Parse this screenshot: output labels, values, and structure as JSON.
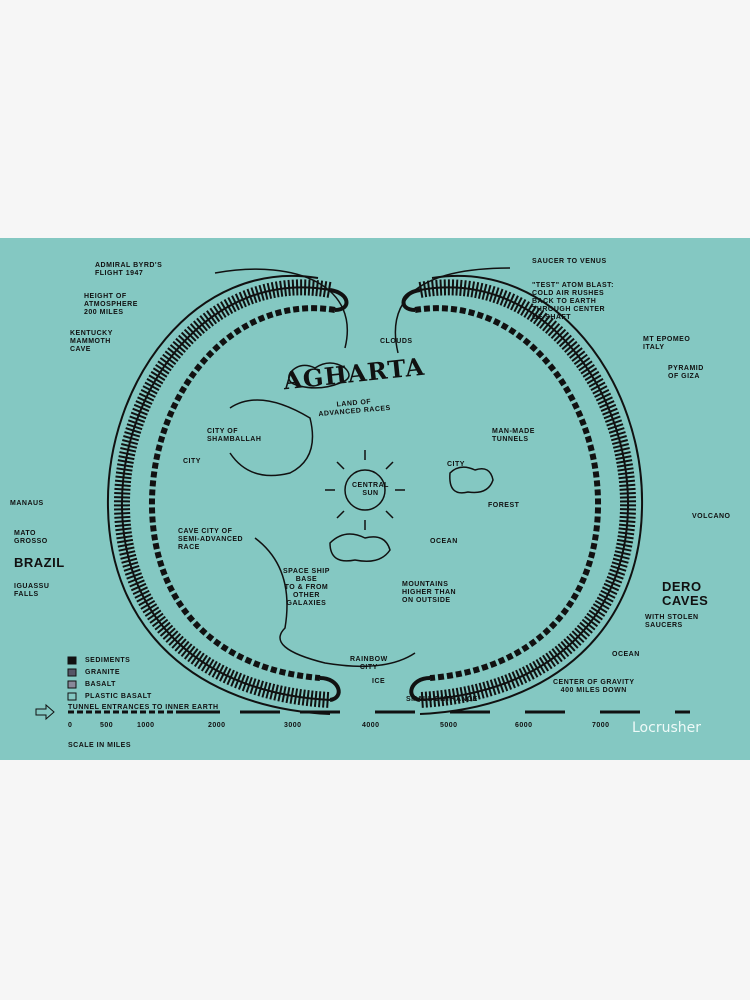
{
  "diagram": {
    "title": "AGHARTA",
    "subtitle": "LAND OF\nADVANCED RACES",
    "labels": {
      "byrd": "ADMIRAL BYRD'S\nFLIGHT 1947",
      "atmosphere": "HEIGHT OF\nATMOSPHERE\n200 MILES",
      "kentucky": "KENTUCKY\nMAMMOTH\nCAVE",
      "clouds": "CLOUDS",
      "shamballah": "CITY OF\nSHAMBALLAH",
      "city_left": "CITY",
      "central_sun": "CENTRAL\nSUN",
      "manaus": "MANAUS",
      "mato_grosso": "MATO\nGROSSO",
      "brazil": "BRAZIL",
      "iguassu": "IGUASSU\nFALLS",
      "cave_city": "CAVE CITY OF\nSEMI-ADVANCED\nRACE",
      "space_ship": "SPACE SHIP\nBASE\nTO & FROM\nOTHER\nGALAXIES",
      "saucer_venus": "SAUCER TO VENUS",
      "atom_blast": "\"TEST\" ATOM BLAST:\nCOLD AIR RUSHES\nBACK TO EARTH\nTHROUGH CENTER\nOF SHAFT",
      "mt_epomeo": "MT EPOMEO\nITALY",
      "pyramid": "PYRAMID\nOF GIZA",
      "man_made_tunnels": "MAN-MADE\nTUNNELS",
      "city_right": "CITY",
      "forest": "FOREST",
      "ocean_inner": "OCEAN",
      "volcano": "VOLCANO",
      "mountains": "MOUNTAINS\nHIGHER THAN\nON OUTSIDE",
      "dero_caves": "DERO\nCAVES",
      "stolen_saucers": "WITH STOLEN\nSAUCERS",
      "ocean_outer": "OCEAN",
      "center_gravity": "CENTER OF GRAVITY\n400 MILES DOWN",
      "rainbow_city": "RAINBOW\nCITY",
      "ice": "ICE",
      "small_entrance": "SMALL ENTRANCE"
    },
    "legend": [
      "SEDIMENTS",
      "GRANITE",
      "BASALT",
      "PLASTIC BASALT"
    ],
    "tunnel_note": "TUNNEL ENTRANCES TO INNER EARTH",
    "scale_ticks": [
      "0",
      "500",
      "1000",
      "2000",
      "3000",
      "4000",
      "5000",
      "6000",
      "7000"
    ],
    "scale_label": "SCALE IN MILES",
    "watermark": "Locrusher"
  },
  "colors": {
    "background": "#84c8c2",
    "ink": "#111111",
    "page": "#f6f6f6"
  }
}
